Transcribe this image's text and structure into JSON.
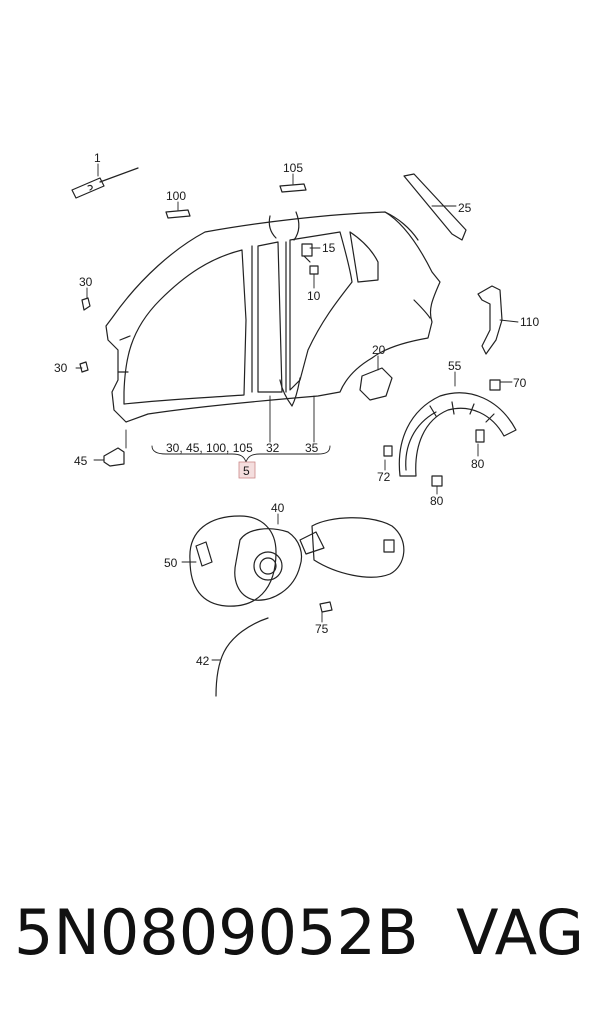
{
  "callouts": {
    "c1": "1",
    "c105": "105",
    "c100": "100",
    "c25": "25",
    "c15": "15",
    "c10": "10",
    "c30a": "30",
    "c30b": "30",
    "c110": "110",
    "c20": "20",
    "c55": "55",
    "c70": "70",
    "c45": "45",
    "c72": "72",
    "c80a": "80",
    "c80b": "80",
    "group": "30, 45, 100, 105",
    "c32": "32",
    "c35": "35",
    "c5": "5",
    "c40": "40",
    "c50": "50",
    "c75": "75",
    "c42": "42"
  },
  "footer": {
    "part_number": "5N0809052B",
    "brand": "VAG"
  }
}
